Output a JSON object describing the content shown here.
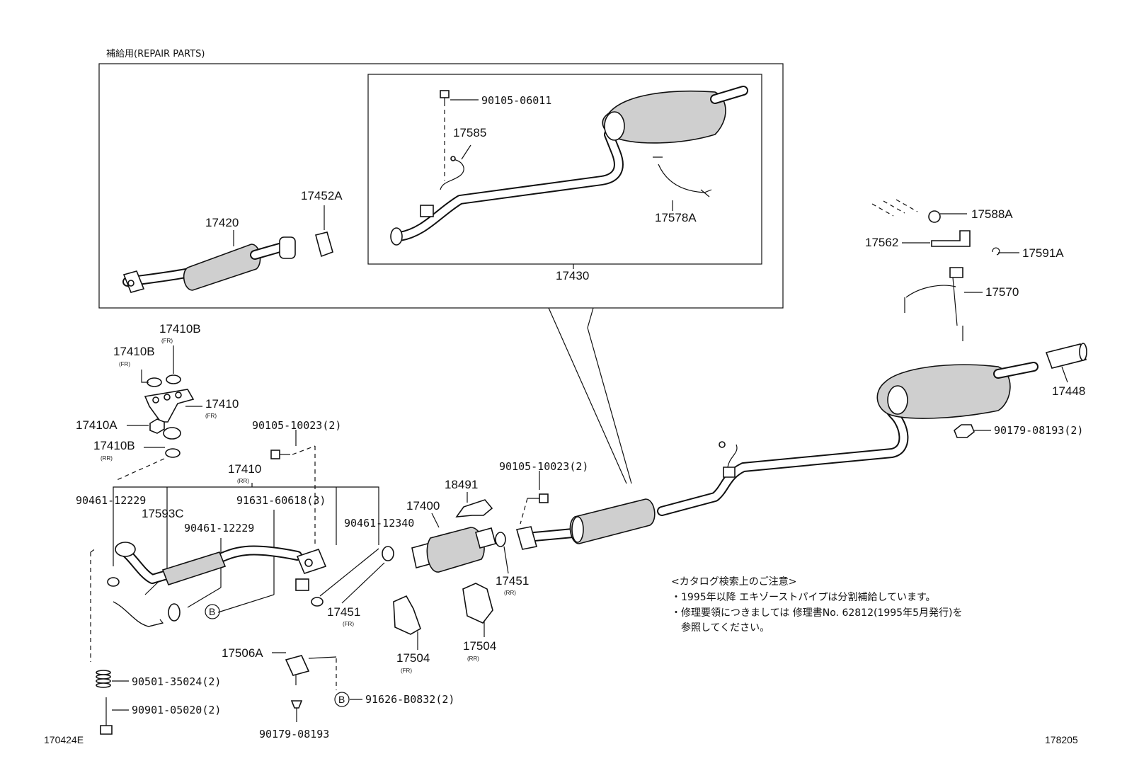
{
  "header": {
    "repair_parts": "補給用(REPAIR PARTS)"
  },
  "figure_codes": {
    "left": "170424E",
    "right": "178205"
  },
  "notes": {
    "title": "<カタログ検索上のご注意>",
    "line1": "・1995年以降 エキゾーストパイプは分割補給しています。",
    "line2": "・修理要領につきましては 修理書No. 62812(1995年5月発行)を",
    "line3": "参照してください。"
  },
  "callout_b": "B",
  "parts": {
    "p90105_06011": "90105-06011",
    "p17585": "17585",
    "p17578A": "17578A",
    "p17430": "17430",
    "p17420": "17420",
    "p17452A": "17452A",
    "p17588A": "17588A",
    "p17562": "17562",
    "p17591A": "17591A",
    "p17570": "17570",
    "p17448": "17448",
    "p90179_08193_2": "90179-08193(2)",
    "p17410B_top": "17410B",
    "p17410B_top_sub": "(FR)",
    "p17410B_left": "17410B",
    "p17410B_left_sub": "(FR)",
    "p17410_fr": "17410",
    "p17410_fr_sub": "(FR)",
    "p17410A": "17410A",
    "p17410B_rr": "17410B",
    "p17410B_rr_sub": "(RR)",
    "p90105_10023_2a": "90105-10023(2)",
    "p17410_rr": "17410",
    "p17410_rr_sub": "(RR)",
    "p90461_12229a": "90461-12229",
    "p17593C": "17593C",
    "p91631_60618_3": "91631-60618(3)",
    "p90461_12229b": "90461-12229",
    "p90461_12340": "90461-12340",
    "p17400": "17400",
    "p18491": "18491",
    "p90105_10023_2b": "90105-10023(2)",
    "p17451_fr": "17451",
    "p17451_fr_sub": "(FR)",
    "p17451_rr": "17451",
    "p17451_rr_sub": "(RR)",
    "p17504_fr": "17504",
    "p17504_fr_sub": "(FR)",
    "p17504_rr": "17504",
    "p17504_rr_sub": "(RR)",
    "p17506A": "17506A",
    "p91626_B0832_2": "91626-B0832(2)",
    "p90501_35024_2": "90501-35024(2)",
    "p90901_05020_2": "90901-05020(2)",
    "p90179_08193": "90179-08193"
  }
}
